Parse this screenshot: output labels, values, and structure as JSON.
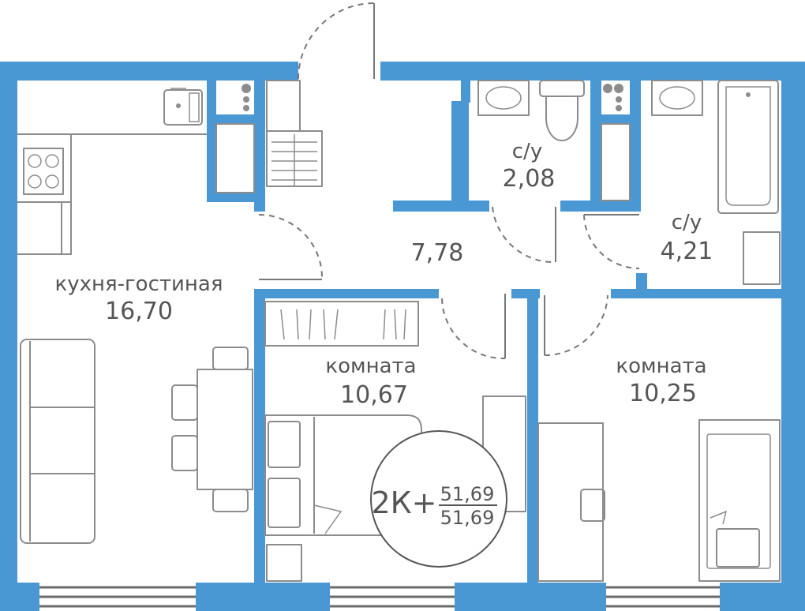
{
  "colors": {
    "wall": "#4a98d3",
    "furniture": "#8c8c8c",
    "door": "#777777",
    "text": "#555555",
    "window": "#6b6b6b"
  },
  "rooms": {
    "kitchen_living": {
      "name": "кухня-гостиная",
      "area": "16,70"
    },
    "hall": {
      "name": "",
      "area": "7,78"
    },
    "bathroom_small": {
      "name": "с/у",
      "area": "2,08"
    },
    "bathroom_large": {
      "name": "с/у",
      "area": "4,21"
    },
    "room_left": {
      "name": "комната",
      "area": "10,67"
    },
    "room_right": {
      "name": "комната",
      "area": "10,25"
    }
  },
  "badge": {
    "type": "2К+",
    "area_top": "51,69",
    "area_bottom": "51,69"
  },
  "icons": [
    "sink-icon",
    "stove-icon",
    "toilet-icon",
    "bathtub-icon",
    "bed-icon",
    "sofa-icon",
    "table-icon",
    "wardrobe-icon",
    "washing-machine-icon"
  ]
}
